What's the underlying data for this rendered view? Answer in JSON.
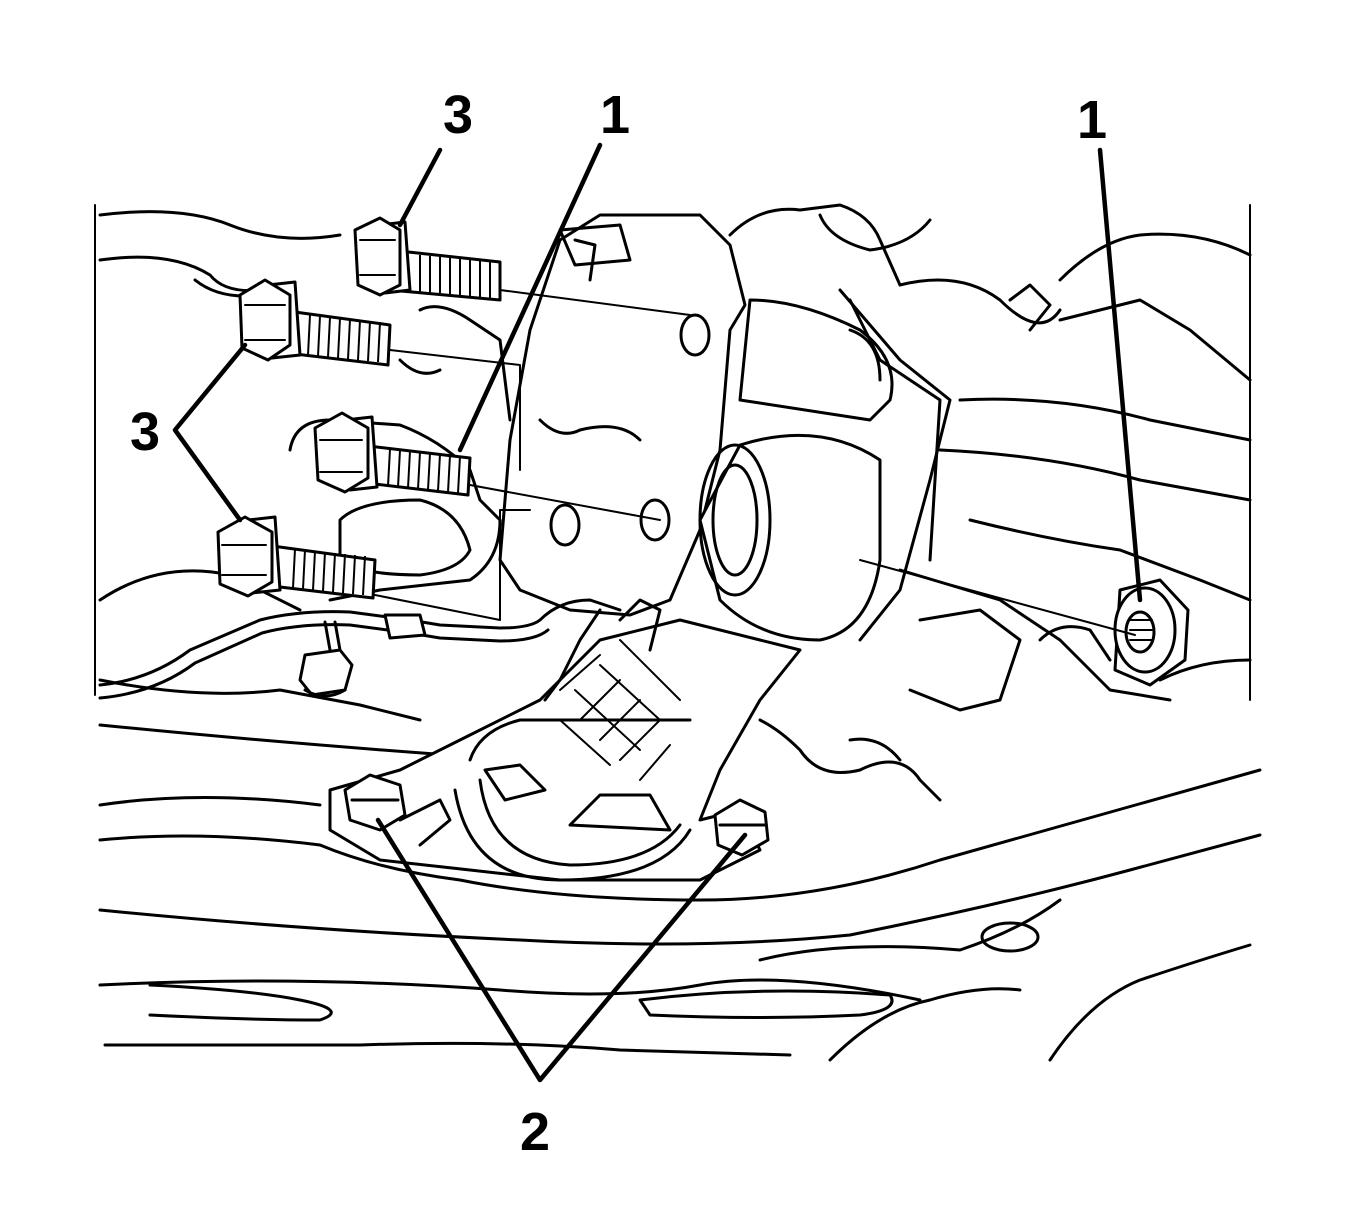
{
  "callouts": {
    "label_3_top": "3",
    "label_1_top": "1",
    "label_1_right": "1",
    "label_3_left": "3",
    "label_2_bottom": "2"
  },
  "colors": {
    "line": "#000000",
    "background": "#ffffff"
  }
}
